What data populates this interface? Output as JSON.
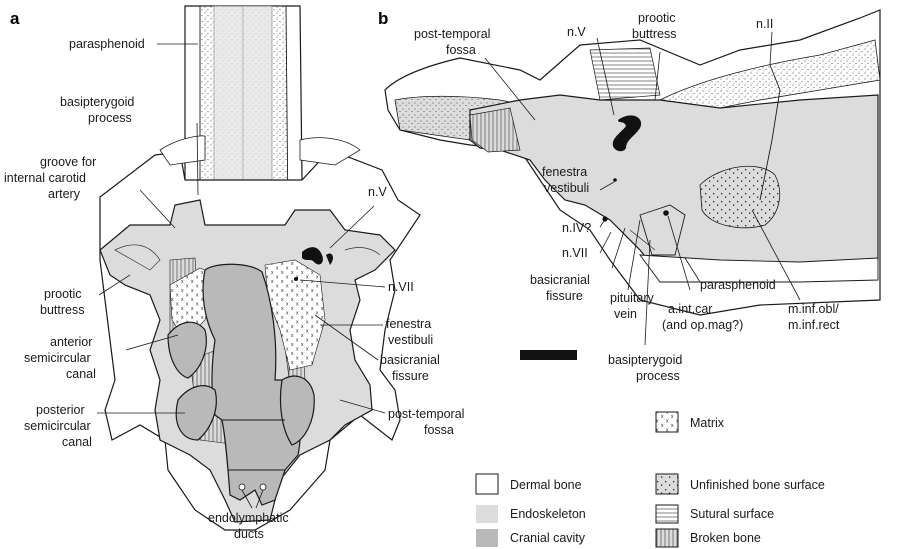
{
  "panel_a": {
    "letter": "a",
    "labels": {
      "parasphenoid": "parasphenoid",
      "basipterygoid_1": "basipterygoid",
      "basipterygoid_2": "process",
      "groove_1": "groove for",
      "groove_2": "internal carotid",
      "groove_3": "artery",
      "nV": "n.V",
      "nVII": "n.VII",
      "prootic_1": "prootic",
      "prootic_2": "buttress",
      "anterior_1": "anterior",
      "anterior_2": "semicircular",
      "anterior_3": "canal",
      "fenestra_1": "fenestra",
      "fenestra_2": "vestibuli",
      "basicranial_1": "basicranial",
      "basicranial_2": "fissure",
      "posterior_1": "posterior",
      "posterior_2": "semicircular",
      "posterior_3": "canal",
      "post_temporal_1": "post-temporal",
      "post_temporal_2": "fossa",
      "endolymphatic_1": "endolymphatic",
      "endolymphatic_2": "ducts"
    }
  },
  "panel_b": {
    "letter": "b",
    "labels": {
      "post_temporal_1": "post-temporal",
      "post_temporal_2": "fossa",
      "nV": "n.V",
      "prootic_1": "prootic",
      "prootic_2": "buttress",
      "nII": "n.II",
      "fenestra_1": "fenestra",
      "fenestra_2": "vestibuli",
      "nIV": "n.IV?",
      "nVII": "n.VII",
      "basicranial_1": "basicranial",
      "basicranial_2": "fissure",
      "pituitary_1": "pituitary",
      "pituitary_2": "vein",
      "parasphenoid": "parasphenoid",
      "aintcar_1": "a.int.car",
      "aintcar_2": "(and op.mag?)",
      "minf_1": "m.inf.obl/",
      "minf_2": "m.inf.rect",
      "basipterygoid_1": "basipterygoid",
      "basipterygoid_2": "process"
    }
  },
  "legend": {
    "dermal": "Dermal bone",
    "endoskeleton": "Endoskeleton",
    "cranial": "Cranial cavity",
    "matrix": "Matrix",
    "unfinished": "Unfinished bone surface",
    "sutural": "Sutural surface",
    "broken": "Broken bone"
  },
  "colors": {
    "endoskeleton": "#dcdcdc",
    "cranial_cavity": "#b9b9b9",
    "dermal_bone": "#ffffff",
    "outline": "#1a1a1a"
  }
}
